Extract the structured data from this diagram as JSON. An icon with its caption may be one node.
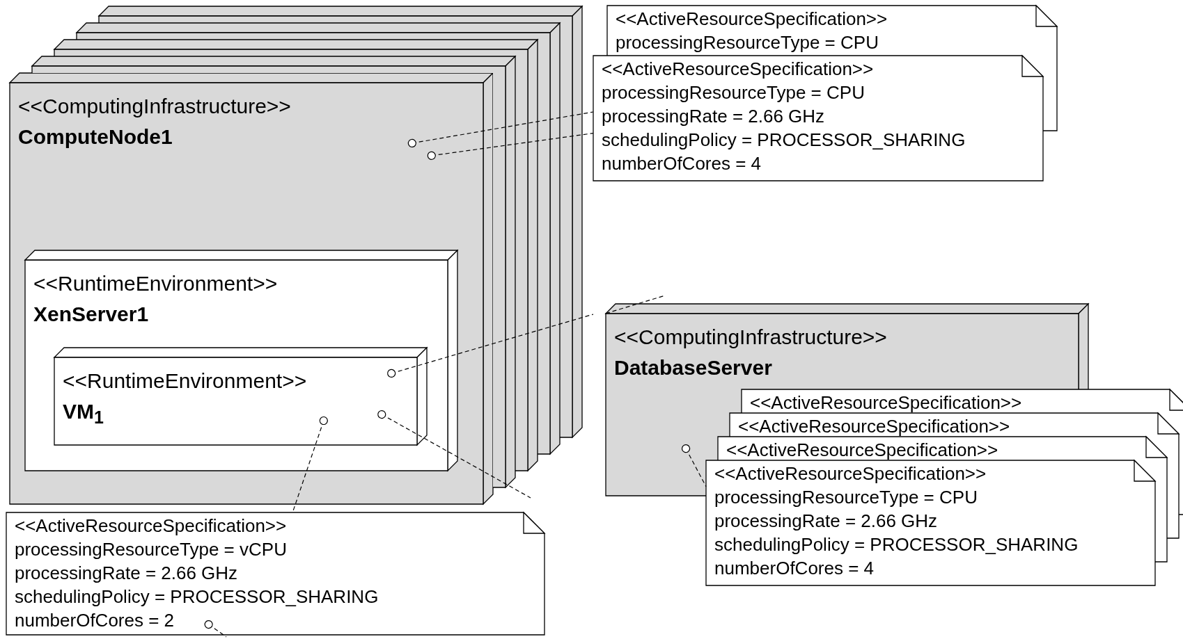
{
  "diagram": {
    "nodes": [
      {
        "text": [
          "<<ComputingInfrastructure>>",
          "ComputeNode1"
        ]
      },
      {
        "text": [
          "<<RuntimeEnvironment>>",
          "XenServer1"
        ],
        "in": 0
      },
      {
        "text": [
          "<<RuntimeEnvironment>>",
          "VM$_{1}$"
        ],
        "in": 1
      },
      {
        "text": [
          "<<ActiveResourceSpecification>>",
          "processingResourceType = CPU"
        ]
      },
      {
        "text": [
          "<<ActiveResourceSpecification>>",
          "processingResourceType = CPU",
          "processingRate = 2.66 GHz",
          "schedulingPolicy = PROCESSOR_SHARING",
          "numberOfCores = 4"
        ]
      },
      {
        "text": [
          "<<ComputingInfrastructure>>",
          "DatabaseServer"
        ]
      },
      {
        "text": [
          "<<ActiveResourceSpecification>>"
        ]
      },
      {
        "text": [
          "<<ActiveResourceSpecification>>"
        ]
      },
      {
        "text": [
          "<<ActiveResourceSpecification>>"
        ]
      },
      {
        "text": [
          "<<ActiveResourceSpecification>>",
          "processingResourceType = CPU",
          "processingRate = 2.66 GHz",
          "schedulingPolicy = PROCESSOR_SHARING",
          "numberOfCores = 4"
        ]
      },
      {
        "text": [
          "<<ActiveResourceSpecification>>",
          "processingResourceType = vCPU",
          "processingRate = 2.66 GHz",
          "schedulingPolicy = PROCESSOR_SHARING",
          "numberOfCores = 2"
        ]
      }
    ],
    "edges": [
      {
        "from": 0,
        "to": 4,
        "arrow": "other",
        "style": "dashed"
      },
      {
        "from": 0,
        "to": 4,
        "arrow": "other",
        "style": "dashed"
      },
      {
        "from": 2,
        "to": null,
        "arrow": "other",
        "style": "dashed"
      },
      {
        "from": 2,
        "to": 10,
        "arrow": "other",
        "style": "dashed"
      },
      {
        "from": 2,
        "to": null,
        "arrow": "other",
        "style": "dashed"
      },
      {
        "from": 5,
        "to": null,
        "arrow": "none",
        "style": "dashed"
      },
      {
        "from": 5,
        "to": 9,
        "arrow": "other",
        "style": "dashed"
      },
      {
        "from": 10,
        "to": null,
        "arrow": "other",
        "style": "dashed"
      }
    ]
  }
}
